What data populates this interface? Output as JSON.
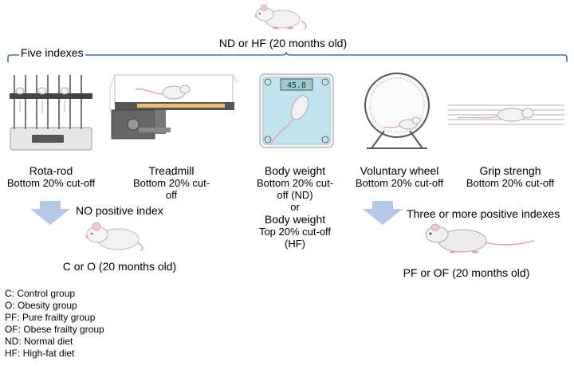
{
  "top": {
    "group_label": "ND or HF (20 months old)",
    "indexes_label": "Five indexes"
  },
  "indexes": [
    {
      "name": "Rota-rod",
      "criterion": "Bottom 20% cut-off"
    },
    {
      "name": "Treadmill",
      "criterion_line1": "Bottom 20% cut-",
      "criterion_line2": "off"
    },
    {
      "name": "Body weight",
      "criterion_line1": "Bottom 20% cut-",
      "criterion_line2": "off (ND)",
      "or": "or",
      "alt_name": "Body weight",
      "alt_criterion_line1": "Top 20% cut-off",
      "alt_criterion_line2": "(HF)"
    },
    {
      "name": "Voluntary wheel",
      "criterion": "Bottom 20% cut-off"
    },
    {
      "name": "Grip strengh",
      "criterion": "Bottom 20% cut-off"
    }
  ],
  "scale_display": "45.8",
  "outcomes": {
    "left_arrow_label": "NO positive index",
    "left_group": "C or O (20 months old)",
    "right_arrow_label": "Three or more positive indexes",
    "right_group": "PF or OF (20 months old)"
  },
  "legend": [
    "C: Control group",
    "O: Obesity group",
    "PF: Pure frailty group",
    "OF: Obese frailty group",
    "ND: Normal diet",
    "HF: High-fat diet"
  ],
  "colors": {
    "brace": "#4472c4",
    "arrow": "#b4c7e7",
    "mouse_body": "#f2f2f2",
    "mouse_pink": "#e8a0a8",
    "scale_screen": "#bfe3ef"
  }
}
